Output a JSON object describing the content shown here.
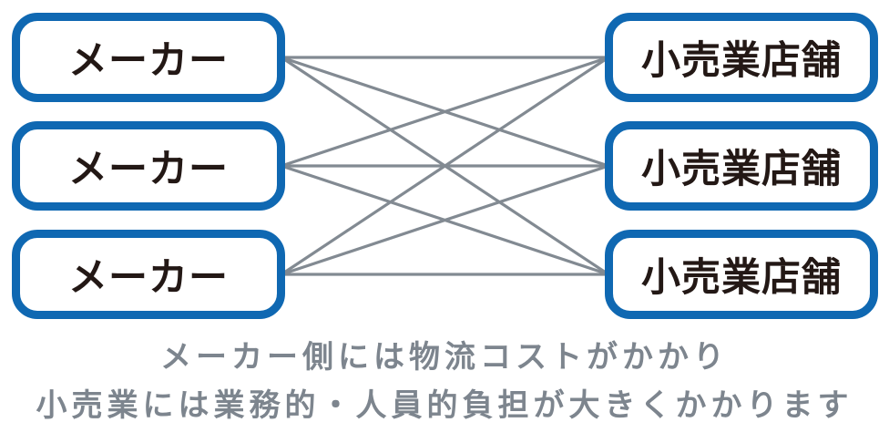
{
  "diagram": {
    "left_nodes": [
      {
        "label": "メーカー"
      },
      {
        "label": "メーカー"
      },
      {
        "label": "メーカー"
      }
    ],
    "right_nodes": [
      {
        "label": "小売業店舗"
      },
      {
        "label": "小売業店舗"
      },
      {
        "label": "小売業店舗"
      }
    ],
    "connections": "full-bipartite-3x3",
    "caption": {
      "line1": "メーカー側には物流コストがかかり",
      "line2": "小売業には業務的・人員的負担が大きくかかります"
    },
    "colors": {
      "box_border": "#0f68b2",
      "box_fill": "#ffffff",
      "label_text": "#231815",
      "connector_line": "#828a92",
      "caption_text": "#7d858e",
      "background": "#ffffff"
    }
  }
}
